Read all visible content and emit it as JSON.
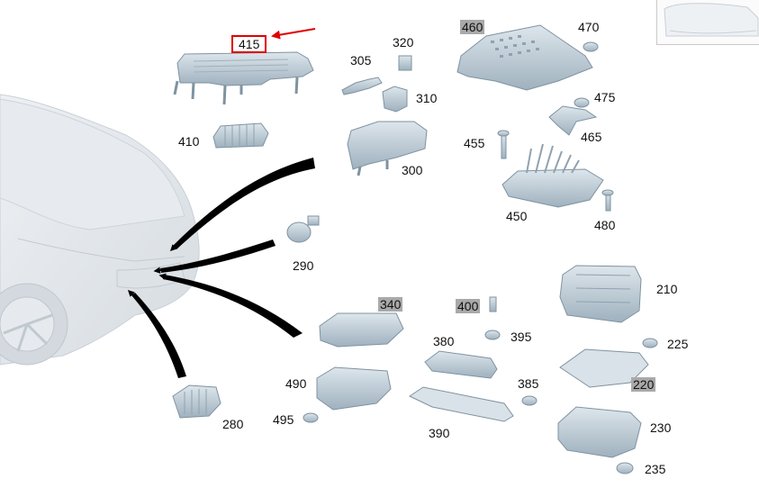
{
  "diagram": {
    "highlighted_part": "415",
    "accent_color": "#e00000",
    "part_color": "#c6d3dc",
    "part_shadow": "#8fa2b0",
    "callout_color": "#000000",
    "labels": {
      "p415": "415",
      "p320": "320",
      "p305": "305",
      "p310": "310",
      "p300": "300",
      "p410": "410",
      "p460": "460",
      "p470": "470",
      "p475": "475",
      "p465": "465",
      "p455": "455",
      "p450": "450",
      "p480": "480",
      "p290": "290",
      "p340": "340",
      "p400": "400",
      "p395": "395",
      "p210": "210",
      "p225": "225",
      "p220": "220",
      "p380": "380",
      "p385": "385",
      "p490": "490",
      "p495": "495",
      "p390": "390",
      "p230": "230",
      "p235": "235",
      "p280": "280"
    },
    "shaded_labels": [
      "460",
      "340",
      "400",
      "220"
    ]
  }
}
